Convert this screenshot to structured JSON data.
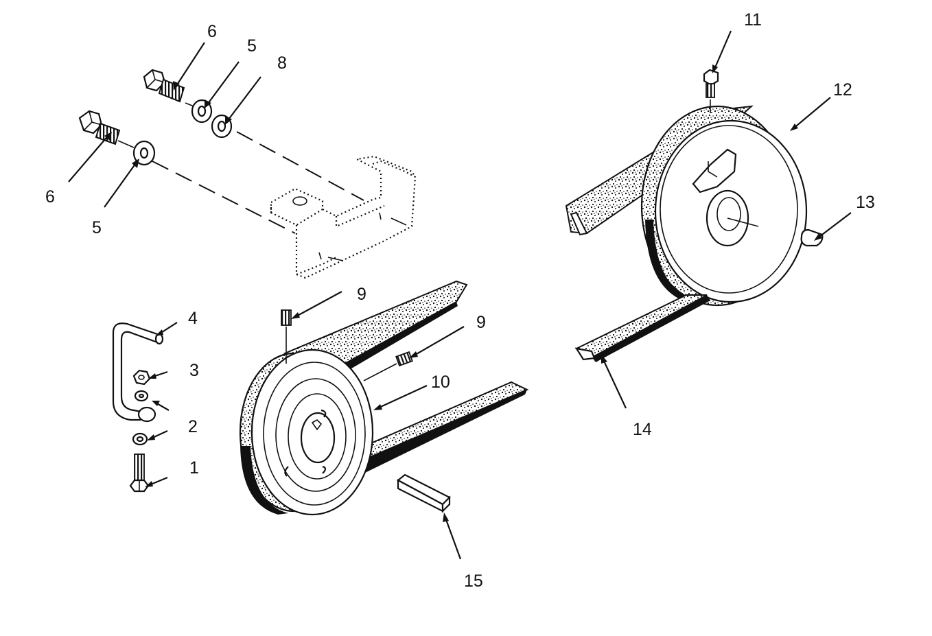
{
  "callouts": [
    {
      "id": "1",
      "text": "1"
    },
    {
      "id": "2",
      "text": "2"
    },
    {
      "id": "3",
      "text": "3"
    },
    {
      "id": "4",
      "text": "4"
    },
    {
      "id": "5a",
      "text": "5"
    },
    {
      "id": "5b",
      "text": "5"
    },
    {
      "id": "6a",
      "text": "6"
    },
    {
      "id": "6b",
      "text": "6"
    },
    {
      "id": "8",
      "text": "8"
    },
    {
      "id": "9a",
      "text": "9"
    },
    {
      "id": "9b",
      "text": "9"
    },
    {
      "id": "10",
      "text": "10"
    },
    {
      "id": "11",
      "text": "11"
    },
    {
      "id": "12",
      "text": "12"
    },
    {
      "id": "13",
      "text": "13"
    },
    {
      "id": "14",
      "text": "14"
    },
    {
      "id": "15",
      "text": "15"
    }
  ],
  "colors": {
    "ink": "#111111",
    "paper": "#ffffff"
  }
}
